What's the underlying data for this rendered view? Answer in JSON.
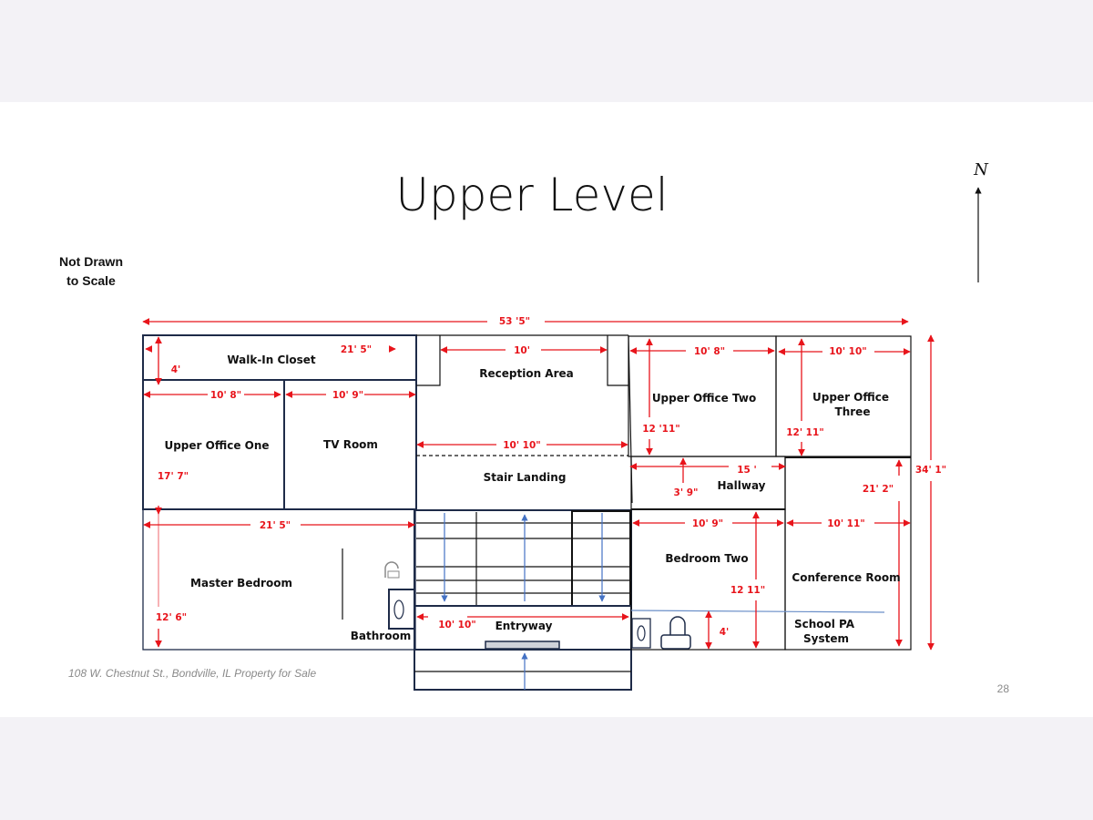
{
  "slide": {
    "title": "Upper Level",
    "note_line1": "Not Drawn",
    "note_line2": "to Scale",
    "footer": "108 W. Chestnut St., Bondville, IL Property for Sale",
    "page_number": "28",
    "north_label": "N"
  },
  "rooms": {
    "walk_in_closet": "Walk-In Closet",
    "reception_area": "Reception Area",
    "upper_office_one": "Upper Office One",
    "tv_room": "TV Room",
    "stair_landing": "Stair Landing",
    "upper_office_two": "Upper Office Two",
    "upper_office_three_1": "Upper Office",
    "upper_office_three_2": "Three",
    "hallway": "Hallway",
    "master_bedroom": "Master Bedroom",
    "bathroom": "Bathroom",
    "entryway": "Entryway",
    "bedroom_two": "Bedroom Two",
    "conference_room": "Conference Room",
    "school_pa_1": "School PA",
    "school_pa_2": "System"
  },
  "dimensions": {
    "overall_width": "53 '5\"",
    "overall_depth": "34' 1\"",
    "closet_width": "21' 5\"",
    "closet_depth": "4'",
    "office_one_width": "10' 8\"",
    "tv_room_width": "10' 9\"",
    "office_one_depth": "17' 7\"",
    "reception_width": "10'",
    "landing_width": "10' 10\"",
    "office_two_width": "10' 8\"",
    "office_two_depth": "12 '11\"",
    "office_three_width": "10' 10\"",
    "office_three_depth": "12' 11\"",
    "hallway_width": "15 '",
    "hallway_depth": "3' 9\"",
    "conference_depth": "21' 2\"",
    "master_width": "21' 5\"",
    "master_depth": "12' 6\"",
    "entry_width": "10' 10\"",
    "bedroom_two_width": "10' 9\"",
    "bedroom_two_depth": "12 11\"",
    "bath_two_depth": "4'",
    "conference_width": "10' 11\""
  }
}
